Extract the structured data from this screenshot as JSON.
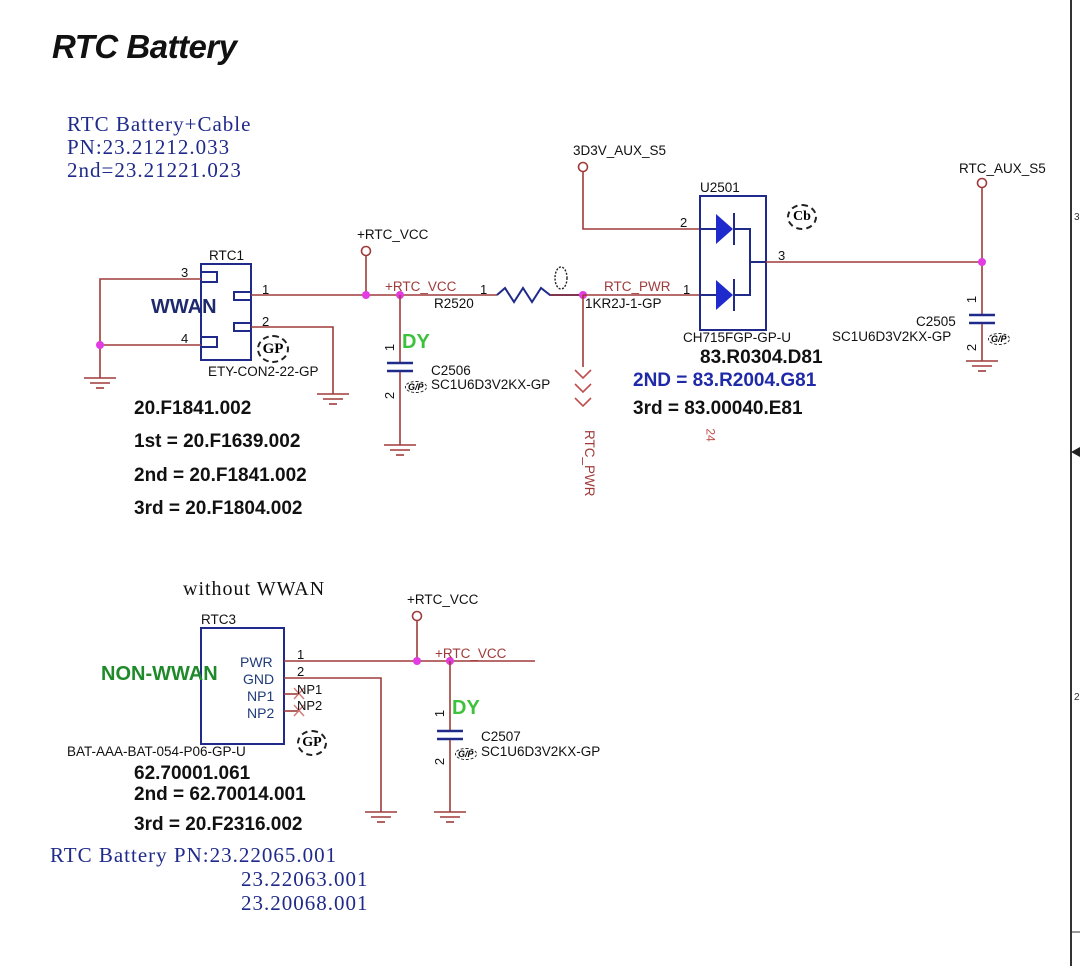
{
  "page": {
    "title": "RTC Battery"
  },
  "notes": {
    "battery_cable": [
      "RTC Battery+Cable",
      "PN:23.21212.033",
      "2nd=23.21221.023"
    ],
    "without_wwan": "without WWAN",
    "rtc_battery_pn": [
      "RTC Battery PN:23.22065.001",
      "23.22063.001",
      "23.20068.001"
    ]
  },
  "wwan_section": {
    "connector": {
      "ref": "RTC1",
      "label": "WWAN",
      "part": "ETY-CON2-22-GP",
      "badge": "GP",
      "pins": [
        "1",
        "2",
        "3",
        "4"
      ]
    },
    "part_numbers": [
      "20.F1841.002",
      "1st = 20.F1639.002",
      "2nd = 20.F1841.002",
      "3rd = 20.F1804.002"
    ],
    "power_net": "+RTC_VCC",
    "net_label": "+RTC_VCC",
    "resistor": {
      "ref": "R2520",
      "value": "1KR2J-1-GP",
      "pin1": "1"
    },
    "capacitor": {
      "ref": "C2506",
      "value": "SC1U6D3V2KX-GP",
      "dy": "DY",
      "pin1": "1",
      "pin2": "2",
      "badge": "G/P"
    },
    "offpage": "RTC_PWR"
  },
  "diode_section": {
    "power_net": "3D3V_AUX_S5",
    "ref": "U2501",
    "part": "CH715FGP-GP-U",
    "badge": "Cb",
    "net_label": "RTC_PWR",
    "pins": [
      "1",
      "2",
      "3"
    ],
    "part_numbers": [
      "83.R0304.D81",
      "2ND = 83.R2004.G81",
      "3rd = 83.00040.E81"
    ],
    "page_ref": "24"
  },
  "aux_section": {
    "power_net": "RTC_AUX_S5",
    "capacitor": {
      "ref": "C2505",
      "value": "SC1U6D3V2KX-GP",
      "pin1": "1",
      "pin2": "2",
      "badge": "G/P"
    }
  },
  "non_wwan_section": {
    "connector": {
      "ref": "RTC3",
      "label": "NON-WWAN",
      "part": "BAT-AAA-BAT-054-P06-GP-U",
      "badge": "GP",
      "pin_names": [
        "PWR",
        "GND",
        "NP1",
        "NP2"
      ],
      "pin_numbers": [
        "1",
        "2",
        "NP1",
        "NP2"
      ]
    },
    "part_numbers": [
      "62.70001.061",
      "2nd = 62.70014.001",
      "3rd = 20.F2316.002"
    ],
    "power_net": "+RTC_VCC",
    "net_label": "+RTC_VCC",
    "capacitor": {
      "ref": "C2507",
      "value": "SC1U6D3V2KX-GP",
      "dy": "DY",
      "pin1": "1",
      "pin2": "2",
      "badge": "G/P"
    }
  },
  "border": {
    "zone_marks": [
      "3",
      "2"
    ]
  }
}
